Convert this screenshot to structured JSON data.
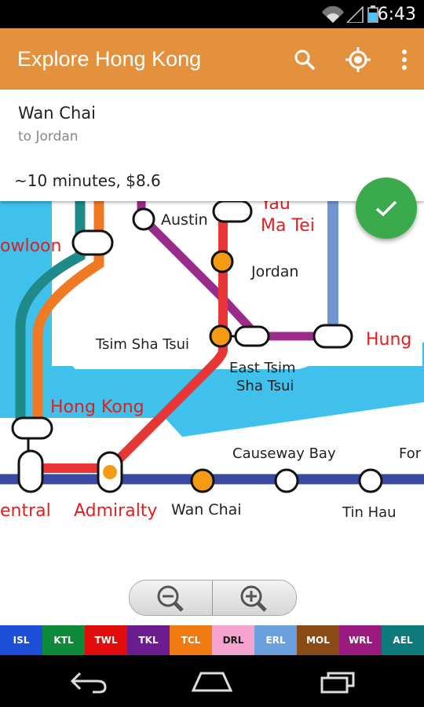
{
  "status_bar": {
    "time": "6:43",
    "icons": [
      "wifi-icon",
      "signal-icon",
      "battery-icon"
    ]
  },
  "app_bar": {
    "title": "Explore Hong Kong",
    "icons": [
      "search-icon",
      "location-icon",
      "overflow-menu-icon"
    ]
  },
  "route": {
    "from": "Wan Chai",
    "to": "to Jordan",
    "summary": "~10 minutes, $8.6"
  },
  "confirm_button": {
    "icon": "check-icon"
  },
  "map": {
    "stations": {
      "austin": "Austin",
      "yau_ma_tei_1": "Yau",
      "yau_ma_tei_2": "Ma Tei",
      "kowloon": "owloon",
      "jordan": "Jordan",
      "tsim_sha_tsui": "Tsim Sha Tsui",
      "east_tsim_1": "East Tsim",
      "east_tsim_2": "Sha Tsui",
      "hung_hom": "Hung",
      "hong_kong": "Hong Kong",
      "causeway_bay": "Causeway Bay",
      "fortress": "For",
      "central": "entral",
      "admiralty": "Admiralty",
      "wan_chai": "Wan Chai",
      "tin_hau": "Tin Hau"
    },
    "colors": {
      "water": "#3fc1ec",
      "island_line": "#3a4aa0",
      "tsuen_wan": "#e83535",
      "tung_chung": "#f07a24",
      "airport": "#1e8a8a",
      "kwun_tong": "#0f8a3a",
      "tuen_ma": "#9c2a8a",
      "east_rail": "#7196d4",
      "highlight": "#f59a14"
    }
  },
  "zoom": {
    "out_icon": "zoom-out-icon",
    "in_icon": "zoom-in-icon"
  },
  "legend": [
    {
      "label": "ISL",
      "bg": "#1d4ed8",
      "fg": "#ffffff"
    },
    {
      "label": "KTL",
      "bg": "#0f8a3a",
      "fg": "#ffffff"
    },
    {
      "label": "TWL",
      "bg": "#e20b0b",
      "fg": "#ffffff"
    },
    {
      "label": "TKL",
      "bg": "#6b1c8f",
      "fg": "#ffffff"
    },
    {
      "label": "TCL",
      "bg": "#f07a12",
      "fg": "#ffffff"
    },
    {
      "label": "DRL",
      "bg": "#f4a4cf",
      "fg": "#1a1a1a"
    },
    {
      "label": "ERL",
      "bg": "#6aa0dc",
      "fg": "#ffffff"
    },
    {
      "label": "MOL",
      "bg": "#8a4a16",
      "fg": "#ffffff"
    },
    {
      "label": "WRL",
      "bg": "#9a1a80",
      "fg": "#ffffff"
    },
    {
      "label": "AEL",
      "bg": "#0f7a7a",
      "fg": "#ffffff"
    }
  ],
  "nav_bar": {
    "icons": [
      "back-icon",
      "home-icon",
      "recents-icon"
    ]
  }
}
